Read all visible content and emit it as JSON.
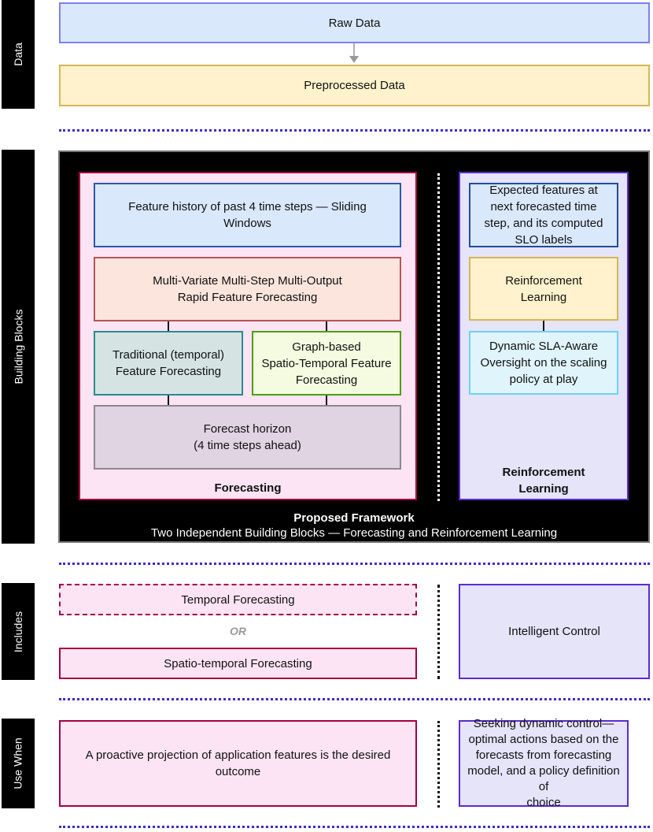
{
  "side_labels": {
    "data": "Data",
    "building_blocks": "Building Blocks",
    "includes": "Includes",
    "use_when": "Use When"
  },
  "data_section": {
    "raw": "Raw Data",
    "preprocessed": "Preprocessed Data"
  },
  "framework": {
    "forecasting": {
      "history": "Feature history of past 4 time steps — Sliding Windows",
      "multivariate_line1": "Multi-Variate Multi-Step Multi-Output",
      "multivariate_line2": "Rapid Feature Forecasting",
      "traditional_line1": "Traditional (temporal)",
      "traditional_line2": "Feature Forecasting",
      "graph_line1": "Graph-based",
      "graph_line2": "Spatio-Temporal Feature",
      "graph_line3": "Forecasting",
      "horizon_line1": "Forecast horizon",
      "horizon_line2": "(4 time steps ahead)",
      "label": "Forecasting"
    },
    "rl": {
      "expected_line1": "Expected features at",
      "expected_line2": "next forecasted time",
      "expected_line3": "step, and its computed",
      "expected_line4": "SLO labels",
      "rl_line1": "Reinforcement",
      "rl_line2": "Learning",
      "oversight_line1": "Dynamic SLA-Aware",
      "oversight_line2": "Oversight on the scaling",
      "oversight_line3": "policy at play",
      "label_line1": "Reinforcement",
      "label_line2": "Learning"
    },
    "title": "Proposed Framework",
    "subtitle": "Two Independent Building Blocks — Forecasting and Reinforcement Learning"
  },
  "includes": {
    "temporal": "Temporal Forecasting",
    "or": "OR",
    "spatio": "Spatio-temporal Forecasting",
    "control": "Intelligent Control"
  },
  "use_when": {
    "forecast_line1": "A proactive projection of application features is the desired",
    "forecast_line2": "outcome",
    "control_line1": "Seeking dynamic control—",
    "control_line2": "optimal actions based on the",
    "control_line3": "forecasts from forecasting",
    "control_line4": "model, and a policy definition of",
    "control_line5": "choice"
  },
  "colors": {
    "blue_fill": "#dae8fc",
    "blue_border": "#6c8ebf",
    "yellow_fill": "#fff2cc",
    "yellow_border": "#d6b656",
    "pink_fill": "#fce4f4",
    "pink_border": "#a50040",
    "lavender_fill": "#e5e4f9",
    "lavender_border": "#5b2bd1",
    "separator": "#3b2fc9"
  }
}
